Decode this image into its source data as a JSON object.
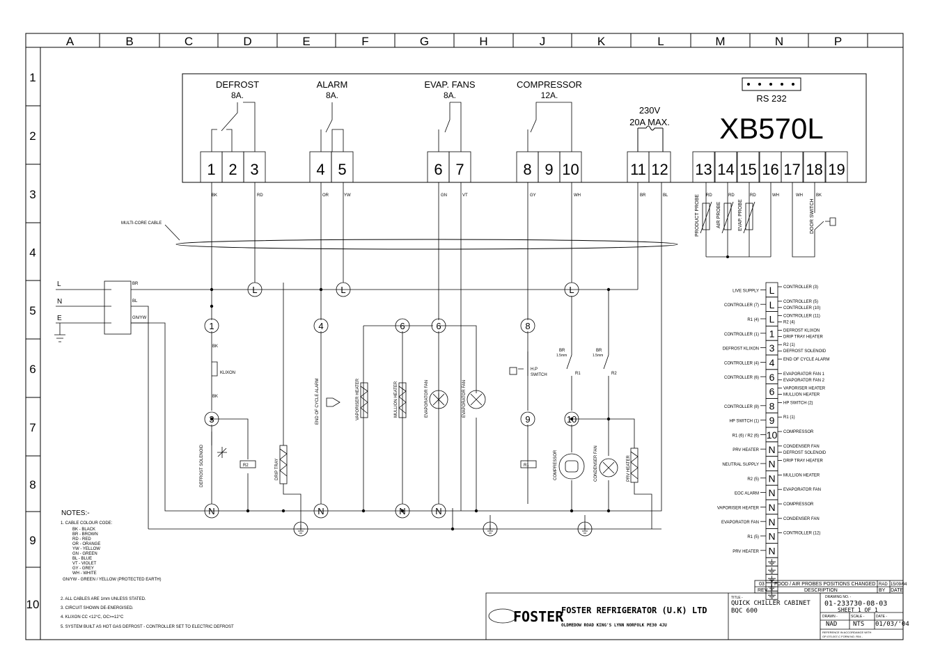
{
  "grid": {
    "cols": [
      "A",
      "B",
      "C",
      "D",
      "E",
      "F",
      "G",
      "H",
      "J",
      "K",
      "L",
      "M",
      "N",
      "P"
    ],
    "rows": [
      "1",
      "2",
      "3",
      "4",
      "5",
      "6",
      "7",
      "8",
      "9",
      "10"
    ]
  },
  "controller": {
    "model": "XB570L",
    "rs232": "RS 232",
    "supply": [
      "230V",
      "20A MAX."
    ],
    "groups": [
      {
        "label": [
          "DEFROST",
          "8A."
        ]
      },
      {
        "label": [
          "ALARM",
          "8A."
        ]
      },
      {
        "label": [
          "EVAP. FANS",
          "8A."
        ]
      },
      {
        "label": [
          "COMPRESSOR",
          "12A."
        ]
      }
    ],
    "terminals": [
      "1",
      "2",
      "3",
      "4",
      "5",
      "6",
      "7",
      "8",
      "9",
      "10",
      "11",
      "12",
      "13",
      "14",
      "15",
      "16",
      "17",
      "18",
      "19"
    ],
    "wire_colors": [
      "BK",
      "RD",
      "OR",
      "YW",
      "GN",
      "VT",
      "GY",
      "WH",
      "BR",
      "BL",
      "RD",
      "RD",
      "RD",
      "WH",
      "WH",
      "BK"
    ],
    "probes": [
      "PRODUCT PROBE",
      "AIR PROBE",
      "EVAP. PROBE",
      "DOOR SWITCH"
    ]
  },
  "multicore": "MULTI-CORE CABLE",
  "supply_lines": [
    "L",
    "N",
    "E"
  ],
  "supply_colors": [
    "BR",
    "BL",
    "GN/YW"
  ],
  "components": {
    "klixon": "KLIXON",
    "defrost_solenoid": "DEFROST SOLENOID",
    "drip_tray": "DRIP TRAY",
    "end_cycle_alarm": "END OF CYCLE ALARM",
    "vaporiser_heater": "VAPORISER HEATER",
    "mullion_heater": "MULLION HEATER",
    "evap_fan": "EVAPORATOR FAN",
    "hp_switch": [
      "H.P",
      "SWITCH"
    ],
    "relay_labels": [
      "BR",
      "1.5mm",
      "BR",
      "1.5mm",
      "R1",
      "R2",
      "R1",
      "R2"
    ],
    "compressor": "COMPRESSOR",
    "condenser_fan": "CONDENSER FAN",
    "prv_heater": "PRV HEATER",
    "bk": "BK"
  },
  "node_labels": [
    "L",
    "L",
    "L",
    "1",
    "3",
    "4",
    "6",
    "6",
    "8",
    "9",
    "10",
    "N",
    "N",
    "N",
    "N"
  ],
  "terminal_block": {
    "rows": [
      {
        "left": "LIVE SUPPLY",
        "mark": "L",
        "right": [
          "CONTROLLER (3)"
        ]
      },
      {
        "left": "CONTROLLER (7)",
        "mark": "L",
        "right": [
          "CONTROLLER (5)",
          "CONTROLLER (10)"
        ]
      },
      {
        "left": "R1 (4)",
        "mark": "L",
        "right": [
          "CONTROLLER (11)",
          "R2 (4)"
        ]
      },
      {
        "left": "CONTROLLER (1)",
        "mark": "1",
        "right": [
          "DEFROST KLIXON",
          "DRIP TRAY HEATER"
        ]
      },
      {
        "left": "DEFROST KLIXON",
        "mark": "3",
        "right": [
          "R2 (1)",
          "DEFROST SOLENOID"
        ]
      },
      {
        "left": "CONTROLLER (4)",
        "mark": "4",
        "right": [
          "END OF CYCLE ALARM"
        ]
      },
      {
        "left": "CONTROLLER (6)",
        "mark": "6",
        "right": [
          "EVAPORATOR FAN 1",
          "EVAPORATOR FAN 2"
        ]
      },
      {
        "left": "",
        "mark": "6",
        "right": [
          "VAPORISER HEATER",
          "MULLION HEATER"
        ]
      },
      {
        "left": "CONTROLLER (8)",
        "mark": "8",
        "right": [
          "HP SWITCH (2)"
        ]
      },
      {
        "left": "HP SWITCH (1)",
        "mark": "9",
        "right": [
          "R1 (1)"
        ]
      },
      {
        "left": "R1 (6) / R2 (6)",
        "mark": "10",
        "right": [
          "COMPRESSOR"
        ]
      },
      {
        "left": "PRV HEATER",
        "mark": "N",
        "right": [
          "CONDENSER FAN",
          "DEFROST SOLENOID"
        ]
      },
      {
        "left": "NEUTRAL SUPPLY",
        "mark": "N",
        "right": [
          "DRIP TRAY HEATER"
        ]
      },
      {
        "left": "R2 (5)",
        "mark": "N",
        "right": [
          "MULLION HEATER"
        ]
      },
      {
        "left": "EOC ALARM",
        "mark": "N",
        "right": [
          "EVAPORATOR FAN"
        ]
      },
      {
        "left": "VAPORISER HEATER",
        "mark": "N",
        "right": [
          "COMPRESSOR"
        ]
      },
      {
        "left": "EVAPORATOR FAN",
        "mark": "N",
        "right": [
          "CONDENSER FAN"
        ]
      },
      {
        "left": "R1 (5)",
        "mark": "N",
        "right": [
          "CONTROLLER (12)"
        ]
      },
      {
        "left": "PRV HEATER",
        "mark": "N",
        "right": []
      }
    ]
  },
  "notes": {
    "title": "NOTES:-",
    "lines": [
      "1. CABLE COLOUR CODE:",
      "BK - BLACK",
      "BR - BROWN",
      "RD - RED",
      "OR - ORANGE",
      "YW - YELLOW",
      "GN - GREEN",
      "BL - BLUE",
      "VT - VIOLET",
      "GY - GREY",
      "WH - WHITE",
      "GN/YW - GREEN / YELLOW (PROTECTED EARTH)",
      "2. ALL CABLES ARE 1mm UNLESS STATED.",
      "3. CIRCUIT SHOWN DE-ENERGISED.",
      "4. KLIXON CC <12°C, OC>=12°C",
      "5. SYSTEM BUILT AS HOT GAS DEFROST - CONTROLLER SET TO ELECTRIC DEFROST"
    ]
  },
  "title_block": {
    "revision": {
      "rev": "03",
      "desc": "FOOD / AIR PROBES POSITIONS CHANGED",
      "by": "RAD",
      "date": "15/09/04"
    },
    "rev_head": {
      "rev": "REV",
      "desc": "DESCRIPTION",
      "by": "BY",
      "date": "DATE"
    },
    "logo": "FOSTER",
    "company": "FOSTER REFRIGERATOR (U.K) LTD",
    "address": "OLDMEDOW ROAD KING'S LYNN NORFOLK PE30 4JU",
    "title_label": "TITLE -",
    "title": [
      "QUICK CHILLER CABINET",
      "BQC 600"
    ],
    "drawing_no_label": "DRAWING NO. -",
    "drawing_no": "01-233730-08-03",
    "sheet": "SHEET 1 OF 1",
    "drawn_label": "DRAWN -",
    "drawn": "NAD",
    "scale_label": "SCALE -",
    "scale": "NTS",
    "date_label": "DATE -",
    "date": "01/03/'04",
    "ref": [
      "REFERENCE IN ACCORDANCE WITH",
      "OP-070-007-C FORM NO. R04 -"
    ]
  }
}
